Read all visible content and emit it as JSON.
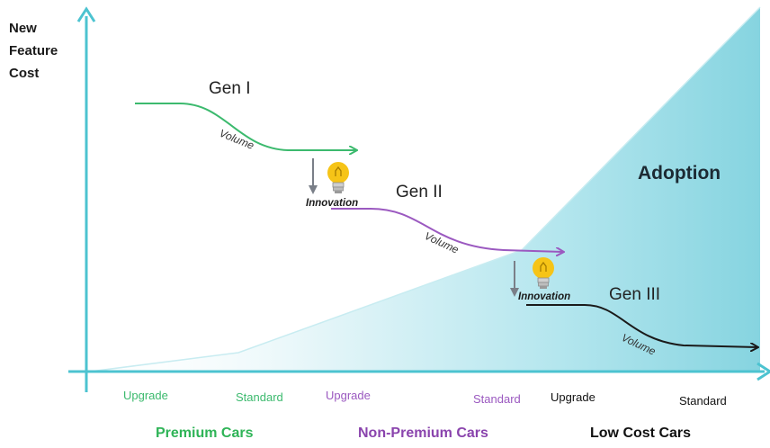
{
  "y_axis_label": [
    "New",
    "Feature",
    "Cost"
  ],
  "generations": [
    {
      "label": "Gen I",
      "volume_label": "Volume"
    },
    {
      "label": "Gen II",
      "volume_label": "Volume"
    },
    {
      "label": "Gen III",
      "volume_label": "Volume"
    }
  ],
  "innovation_label": "Innovation",
  "adoption_label": "Adoption",
  "ticks": [
    "Upgrade",
    "Standard",
    "Upgrade",
    "Standard",
    "Upgrade",
    "Standard"
  ],
  "categories": [
    "Premium Cars",
    "Non-Premium Cars",
    "Low Cost Cars"
  ],
  "colors": {
    "axis": "#4cc3d0",
    "gen1": "#3cba6e",
    "gen2": "#9b59c0",
    "gen3": "#1a1a1a",
    "premium": "#2fb457",
    "non_premium": "#8a44ad",
    "low_cost": "#111111",
    "adoption_fill": "#8fd7e2",
    "bulb": "#f6c417",
    "drop_arrow": "#7a7f88"
  },
  "icons": [
    "lightbulb-icon",
    "lightbulb-icon",
    "down-arrow-icon",
    "down-arrow-icon"
  ]
}
